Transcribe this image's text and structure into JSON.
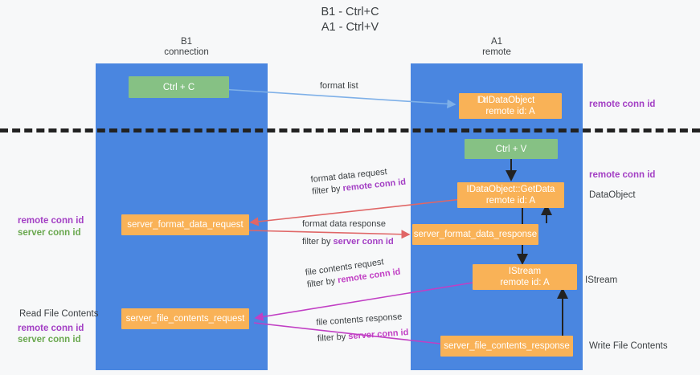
{
  "title": "B1 - Ctrl+C\nA1 - Ctrl+V",
  "lanes": [
    {
      "id": "b1",
      "header": "B1\nconnection"
    },
    {
      "id": "a1",
      "header": "A1\nremote"
    }
  ],
  "nodes": {
    "ctrl_c": {
      "label": "Ctrl + C",
      "color": "green"
    },
    "idataobject": {
      "line1": "IDataObject",
      "line1_ghost": "IDtr",
      "line2": "remote id: A",
      "color": "orange"
    },
    "ctrl_v": {
      "label": "Ctrl + V",
      "color": "green"
    },
    "getdata": {
      "line1": "IDataObject::GetData",
      "line2": "remote id: A",
      "color": "orange"
    },
    "format_data_request": {
      "label": "server_format_data_request",
      "color": "orange"
    },
    "format_data_response": {
      "label": "server_format_data_response",
      "color": "orange"
    },
    "istream": {
      "line1": "IStream",
      "line2": "remote id: A",
      "color": "orange"
    },
    "file_contents_request": {
      "label": "server_file_contents_request",
      "color": "orange"
    },
    "file_contents_response": {
      "label": "server_file_contents_response",
      "color": "orange"
    }
  },
  "edges": {
    "format_list": {
      "label": "format list"
    },
    "format_data_request": {
      "line1": "format data request",
      "line2_pre": "filter by ",
      "line2_hi": "remote conn id"
    },
    "format_data_response": {
      "line1": "format data response",
      "line2_pre": "filter by ",
      "line2_hi": "server conn id"
    },
    "file_contents_request": {
      "line1": "file contents request",
      "line2_pre": "filter by ",
      "line2_hi": "remote conn id"
    },
    "file_contents_response": {
      "line1": "file contents response",
      "line2_pre": "filter by ",
      "line2_hi": "server conn id"
    }
  },
  "annotations": {
    "left_mid": {
      "purple": "remote conn id",
      "green": "server conn id"
    },
    "left_bottom_title": "Read File Contents",
    "left_bottom": {
      "purple": "remote conn id",
      "green": "server conn id"
    },
    "right_top": "remote conn id",
    "right_mid": "remote conn id",
    "right_dataobject": "DataObject",
    "right_istream": "IStream",
    "right_write": "Write File Contents"
  },
  "colors": {
    "lane": "#4a86e0",
    "node_green": "#86c184",
    "node_orange": "#f9b257",
    "accent_purple": "#a33fc4",
    "accent_green": "#6aa84f",
    "arrow_blue": "#7eb0e8",
    "arrow_red": "#e06666",
    "arrow_magenta": "#c13fc4",
    "arrow_dark": "#222222",
    "background": "#f7f8f9"
  }
}
